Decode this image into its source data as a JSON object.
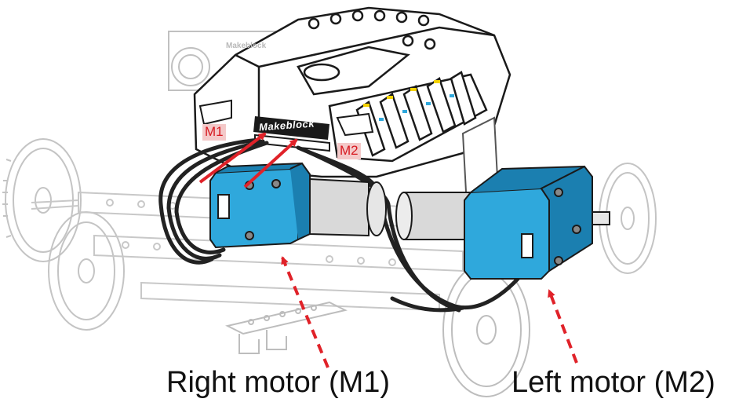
{
  "labels": {
    "right_motor": "Right motor (M1)",
    "left_motor": "Left motor (M2)",
    "port_m1": "M1",
    "port_m2": "M2",
    "brand_on_board": "Makeblock",
    "brand_on_sensor": "Makeblock"
  },
  "colors": {
    "motor_blue": "#2fa8dc",
    "motor_blue_dark": "#1b7fb0",
    "arrow_red": "#e02229",
    "line_dark": "#1a1a1a",
    "line_faint": "#bdbdbd",
    "cable": "#222222",
    "accent_yellow": "#f4d200"
  }
}
